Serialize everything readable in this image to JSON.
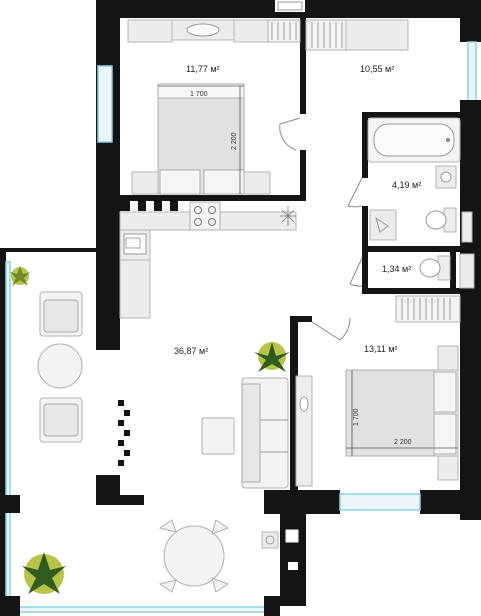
{
  "rooms": {
    "bedroom_top": {
      "area": "11,77 м²"
    },
    "room_top_right": {
      "area": "10,55 м²"
    },
    "bathroom": {
      "area": "4,19 м²"
    },
    "wc": {
      "area": "1,34 м²"
    },
    "living": {
      "area": "36,87 м²"
    },
    "bedroom_right": {
      "area": "13,11 м²"
    }
  },
  "dimensions": {
    "bed_top_width": "1 700",
    "bed_top_length": "2 200",
    "bed_right_width": "1 700",
    "bed_right_length": "2 200"
  },
  "icons": [
    "bed-icon",
    "wardrobe-icon",
    "bathtub-icon",
    "toilet-icon",
    "sink-icon",
    "stove-icon",
    "plant-icon",
    "armchair-icon",
    "sofa-icon",
    "table-icon",
    "radiator-icon"
  ]
}
